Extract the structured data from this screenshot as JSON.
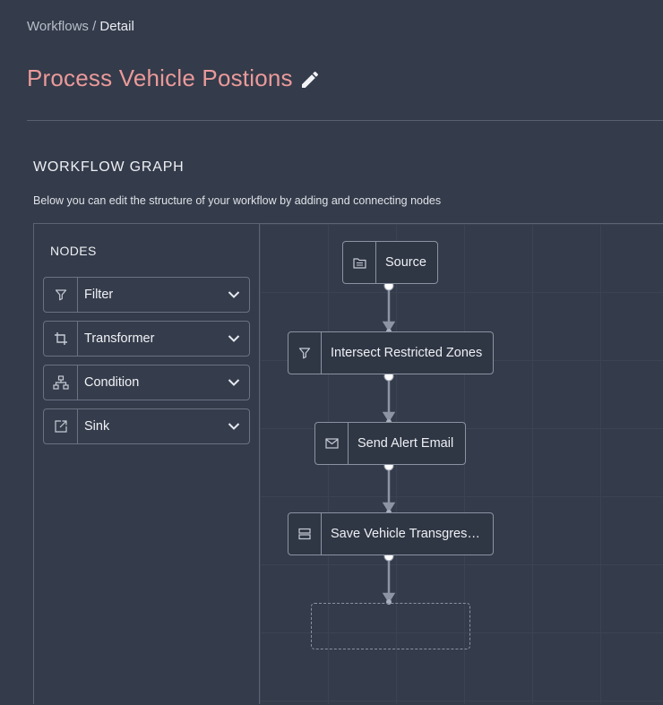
{
  "breadcrumb": {
    "parent": "Workflows",
    "separator": " / ",
    "current": "Detail"
  },
  "page": {
    "title": "Process Vehicle Postions"
  },
  "section": {
    "title": "WORKFLOW GRAPH",
    "description": "Below you can edit the structure of your workflow by adding and connecting nodes"
  },
  "nodes_panel": {
    "title": "NODES",
    "items": [
      {
        "label": "Filter",
        "icon": "filter-icon"
      },
      {
        "label": "Transformer",
        "icon": "crop-icon"
      },
      {
        "label": "Condition",
        "icon": "sitemap-icon"
      },
      {
        "label": "Sink",
        "icon": "external-link-icon"
      }
    ]
  },
  "graph": {
    "nodes": [
      {
        "label": "Source",
        "icon": "folder-icon"
      },
      {
        "label": "Intersect Restricted Zones",
        "icon": "filter-icon"
      },
      {
        "label": "Send Alert Email",
        "icon": "mail-icon"
      },
      {
        "label": "Save Vehicle Transgressions",
        "icon": "storage-icon"
      }
    ]
  },
  "colors": {
    "background": "#343b4a",
    "title": "#ea9a9a",
    "edge": "#8d95a5"
  }
}
